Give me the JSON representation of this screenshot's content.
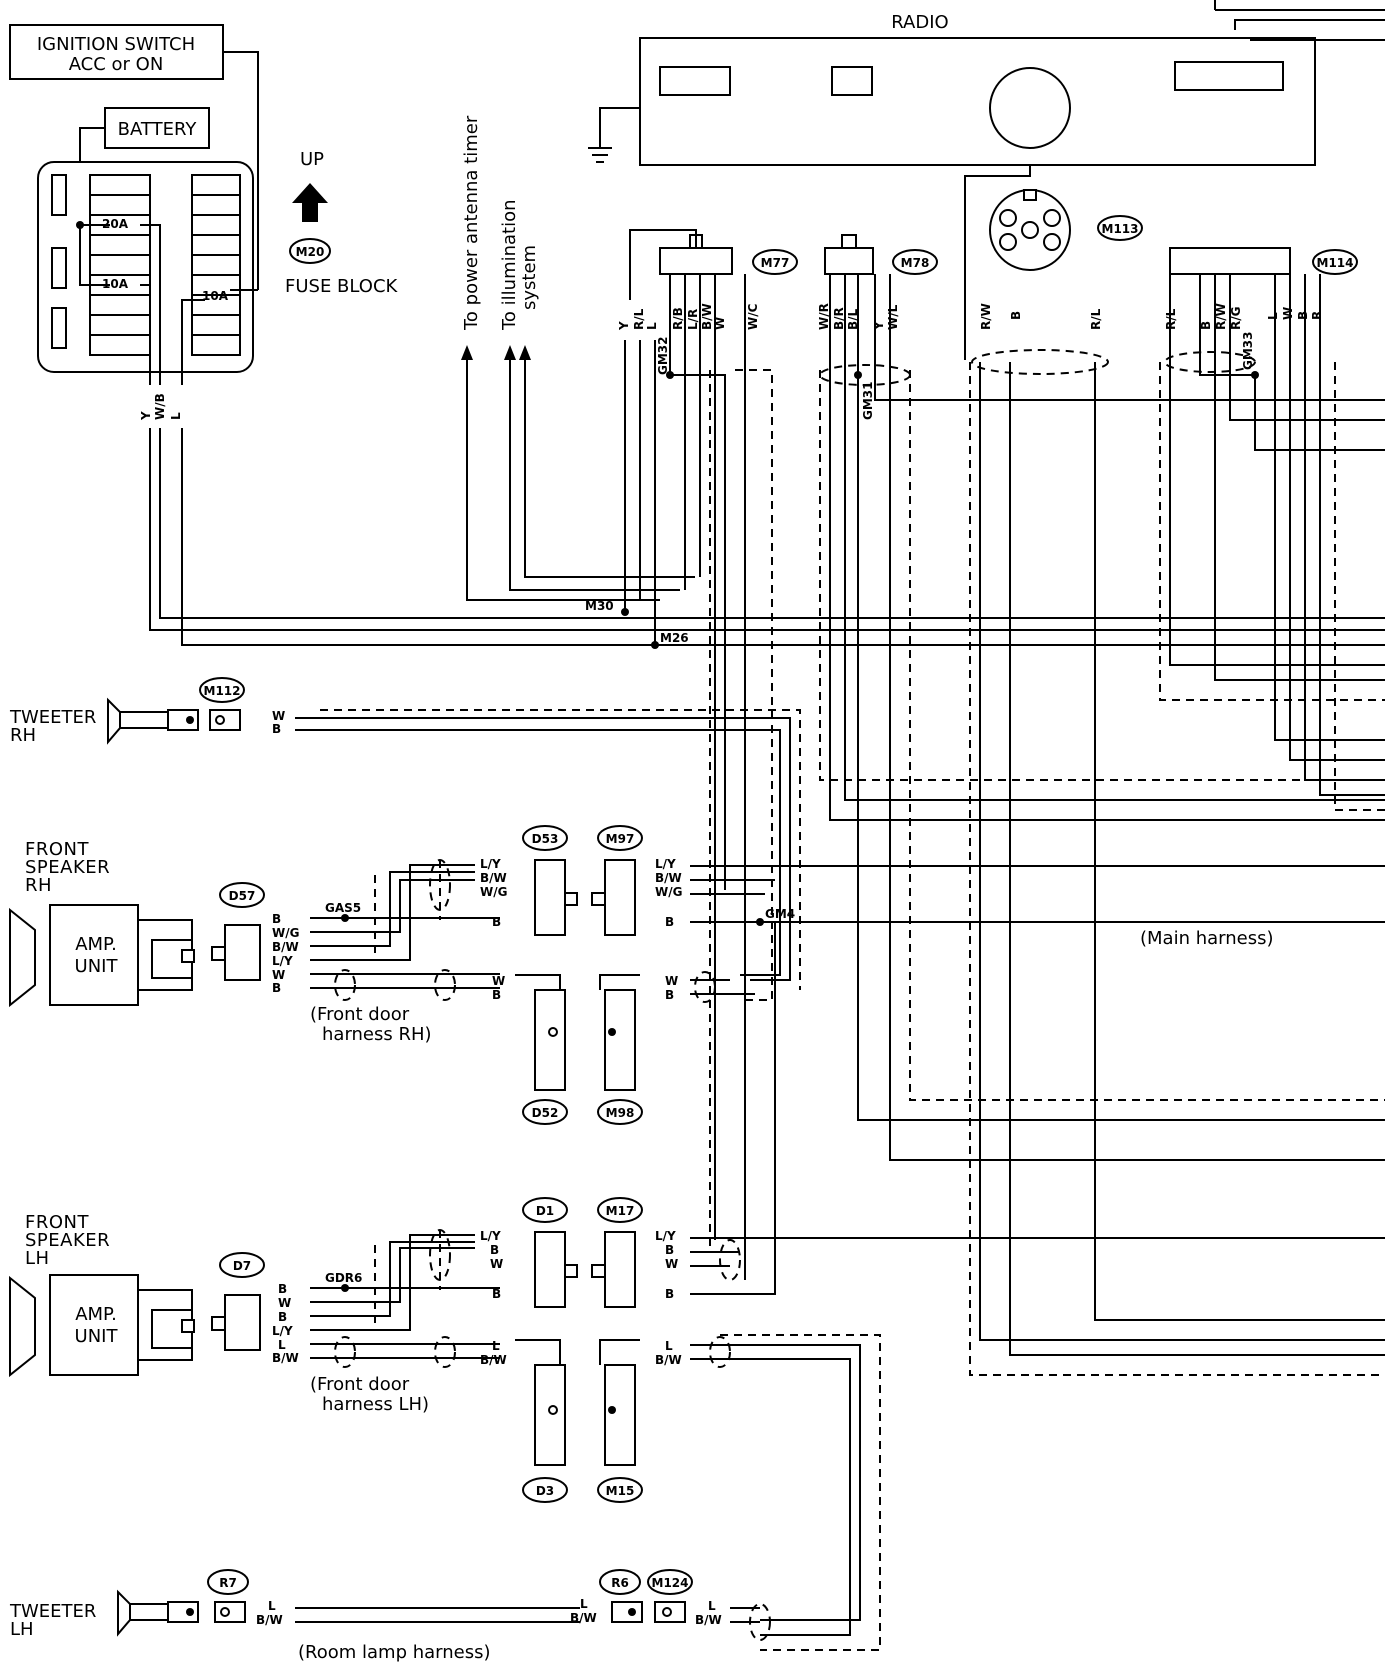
{
  "components": {
    "ignition_switch": [
      "IGNITION SWITCH",
      "ACC or ON"
    ],
    "battery": "BATTERY",
    "fuse_block": "FUSE BLOCK",
    "up": "UP",
    "radio": "RADIO",
    "tweeter_rh": [
      "TWEETER",
      "RH"
    ],
    "tweeter_lh": [
      "TWEETER",
      "LH"
    ],
    "front_speaker_rh": [
      "FRONT",
      "SPEAKER",
      "RH"
    ],
    "front_speaker_lh": [
      "FRONT",
      "SPEAKER",
      "LH"
    ],
    "amp_unit": [
      "AMP.",
      "UNIT"
    ]
  },
  "fuses": [
    "20A",
    "10A",
    "10A"
  ],
  "connectors": {
    "m20": "M20",
    "m77": "M77",
    "m78": "M78",
    "m113": "M113",
    "m114": "M114",
    "m112": "M112",
    "d53": "D53",
    "m97": "M97",
    "d57": "D57",
    "d52": "D52",
    "m98": "M98",
    "d1": "D1",
    "m17": "M17",
    "d7": "D7",
    "d3": "D3",
    "m15": "M15",
    "r7": "R7",
    "r6": "R6",
    "m124": "M124"
  },
  "junctions": {
    "gm32": "GM32",
    "gm31": "GM31",
    "gm33": "GM33",
    "m30": "M30",
    "m26": "M26",
    "gm4": "GM4",
    "gas5": "GAS5",
    "gdr6": "GDR6"
  },
  "notes": {
    "power_antenna": "To power antenna timer",
    "illumination": [
      "To illumination",
      "system"
    ],
    "main_harness": "(Main harness)",
    "front_door_rh": [
      "(Front door",
      "harness RH)"
    ],
    "front_door_lh": [
      "(Front door",
      "harness LH)"
    ],
    "room_lamp": "(Room lamp harness)"
  },
  "wire_colors": {
    "fuse_out": [
      "Y",
      "W/B",
      "L"
    ],
    "m77": [
      "Y",
      "R/L",
      "L",
      "R/B",
      "L/R",
      "B/W",
      "W",
      "W/C"
    ],
    "m78": [
      "W/R",
      "B/R",
      "B/L",
      "Y",
      "W/L"
    ],
    "m113": [
      "R/W",
      "B",
      "R/L"
    ],
    "m114": [
      "R/L",
      "B",
      "R/W",
      "R/G",
      "L",
      "W",
      "B",
      "R"
    ],
    "tweeter_rh": [
      "W",
      "B"
    ],
    "d53": [
      "L/Y",
      "B/W",
      "W/G",
      "B"
    ],
    "m97": [
      "L/Y",
      "B/W",
      "W/G",
      "B"
    ],
    "d57": [
      "B",
      "W/G",
      "B/W",
      "L/Y",
      "W",
      "B"
    ],
    "d52": [
      "W",
      "B"
    ],
    "m98": [
      "W",
      "B"
    ],
    "d1": [
      "L/Y",
      "B",
      "W",
      "B"
    ],
    "m17": [
      "L/Y",
      "B",
      "W",
      "B"
    ],
    "d7": [
      "B",
      "W",
      "B",
      "L/Y",
      "L",
      "B/W"
    ],
    "d3": [
      "L",
      "B/W"
    ],
    "m15": [
      "L",
      "B/W"
    ],
    "r7": [
      "L",
      "B/W"
    ],
    "r6": [
      "L",
      "B/W"
    ],
    "m124": [
      "L",
      "B/W"
    ]
  }
}
